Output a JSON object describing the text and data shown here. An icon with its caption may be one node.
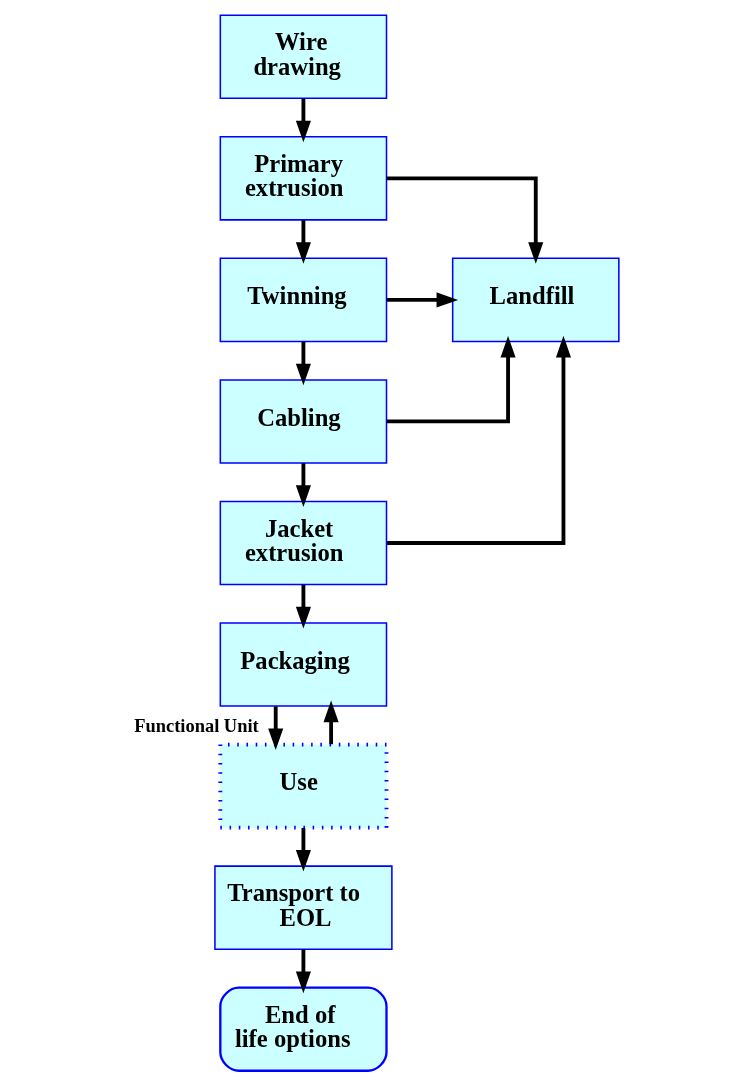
{
  "diagram": {
    "nodes": [
      {
        "text": [
          "Wire drawing"
        ]
      },
      {
        "text": [
          "Primary extrusion"
        ]
      },
      {
        "text": [
          "Twinning"
        ]
      },
      {
        "text": [
          "Cabling"
        ]
      },
      {
        "text": [
          "Jacket extrusion"
        ]
      },
      {
        "text": [
          "Packaging"
        ]
      },
      {
        "text": [
          "Use"
        ]
      },
      {
        "text": [
          "Transport to EOL"
        ]
      },
      {
        "text": [
          "End of life options"
        ]
      },
      {
        "text": [
          "Landfill"
        ]
      }
    ],
    "edges": [
      {
        "from": 0,
        "to": 1,
        "arrow": "to"
      },
      {
        "from": 1,
        "to": 2,
        "arrow": "to"
      },
      {
        "from": 2,
        "to": 3,
        "arrow": "to"
      },
      {
        "from": 3,
        "to": 4,
        "arrow": "to"
      },
      {
        "from": 4,
        "to": 5,
        "arrow": "to"
      },
      {
        "from": 5,
        "to": 6,
        "arrow": "to",
        "label": "Functional Unit"
      },
      {
        "from": 6,
        "to": 7,
        "arrow": "to"
      },
      {
        "from": 7,
        "to": 8,
        "arrow": "to"
      },
      {
        "from": 1,
        "to": 9,
        "arrow": "to"
      },
      {
        "from": 2,
        "to": 9,
        "arrow": "to"
      },
      {
        "from": 3,
        "to": 9,
        "arrow": "to"
      },
      {
        "from": 4,
        "to": 9,
        "arrow": "to"
      },
      {
        "from": 6,
        "to": 5,
        "arrow": "to"
      }
    ]
  }
}
